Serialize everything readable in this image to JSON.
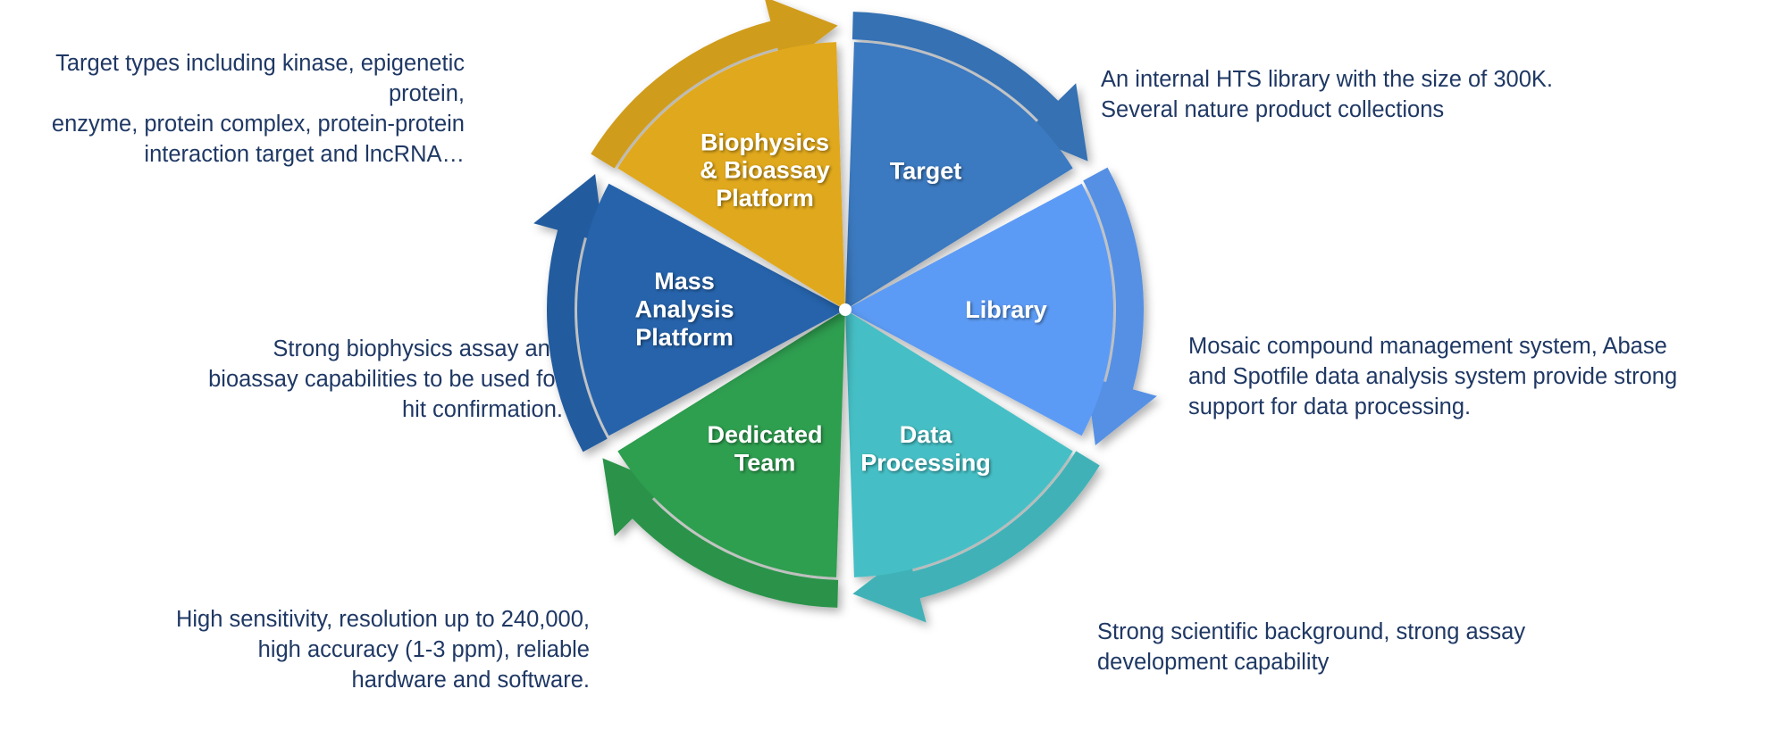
{
  "diagram": {
    "type": "cycle-wheel",
    "title": "",
    "center_note": "",
    "segments": [
      {
        "id": "target",
        "label": "Target",
        "color": "#3a79c0",
        "callout": "Target types including kinase, epigenetic protein,\nenzyme, protein complex, protein-protein\ninteraction target and lncRNA…",
        "callout_side": "left"
      },
      {
        "id": "library",
        "label": "Library",
        "color": "#5b9bf5",
        "callout": "An internal HTS library with the size of 300K.\nSeveral nature product collections",
        "callout_side": "right"
      },
      {
        "id": "data-processing",
        "label": "Data\nProcessing",
        "color": "#45bfc5",
        "callout": "Mosaic compound management system, Abase\nand Spotfile data analysis system provide strong\nsupport for data processing.",
        "callout_side": "right"
      },
      {
        "id": "dedicated-team",
        "label": "Dedicated\nTeam",
        "color": "#2f9e4f",
        "callout": "Strong scientific background, strong assay\ndevelopment capability",
        "callout_side": "right"
      },
      {
        "id": "mass-analysis-platform",
        "label": "Mass\nAnalysis\nPlatform",
        "color": "#2563ab",
        "callout": "High sensitivity, resolution up to 240,000,\nhigh accuracy (1-3 ppm), reliable\nhardware and software.",
        "callout_side": "left"
      },
      {
        "id": "biophysics-bioassay-platform",
        "label": "Biophysics\n& Bioassay\nPlatform",
        "color": "#e0a81f",
        "callout": "Strong biophysics assay and\nbioassay capabilities to be used for\nhit confirmation.",
        "callout_side": "left"
      }
    ],
    "colors": {
      "text": "#1f3864",
      "background": "#ffffff",
      "segment_label": "#ffffff"
    }
  }
}
